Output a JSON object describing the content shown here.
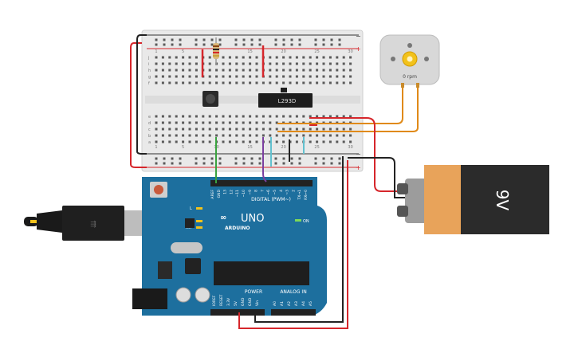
{
  "breadboard": {
    "row_letters_top": [
      "j",
      "i",
      "h",
      "g",
      "f"
    ],
    "row_letters_bottom": [
      "e",
      "d",
      "c",
      "b",
      "a"
    ],
    "column_numbers": [
      "1",
      "5",
      "10",
      "15",
      "20",
      "25",
      "30"
    ],
    "rail_plus": "+",
    "rail_minus": "−"
  },
  "chip": {
    "label": "L293D"
  },
  "motor": {
    "rpm_label": "0 rpm"
  },
  "battery": {
    "voltage_label": "9V"
  },
  "arduino": {
    "brand": "ARDUINO",
    "model": "UNO",
    "digital_header": "DIGITAL (PWM~)",
    "power_header": "POWER",
    "analog_header": "ANALOG IN",
    "on_label": "ON",
    "l_label": "L",
    "tx_label": "TX",
    "rx_label": "RX",
    "digital_pins": [
      "AREF",
      "GND",
      "13",
      "12",
      "~11",
      "~10",
      "~9",
      "8",
      "7",
      "~6",
      "~5",
      "4",
      "~3",
      "2",
      "TX→1",
      "RX←0"
    ],
    "power_pins": [
      "IOREF",
      "RESET",
      "3.3V",
      "5V",
      "GND",
      "GND",
      "Vin"
    ],
    "analog_pins": [
      "A0",
      "A1",
      "A2",
      "A3",
      "A4",
      "A5"
    ]
  },
  "colors": {
    "wire_red": "#d6262b",
    "wire_black": "#222222",
    "wire_green": "#3aa33f",
    "wire_purple": "#7b3fa0",
    "wire_orange": "#e08a18",
    "wire_cyan": "#62c1cf",
    "board_blue": "#1d6f9e",
    "battery_orange": "#e8a35a"
  }
}
